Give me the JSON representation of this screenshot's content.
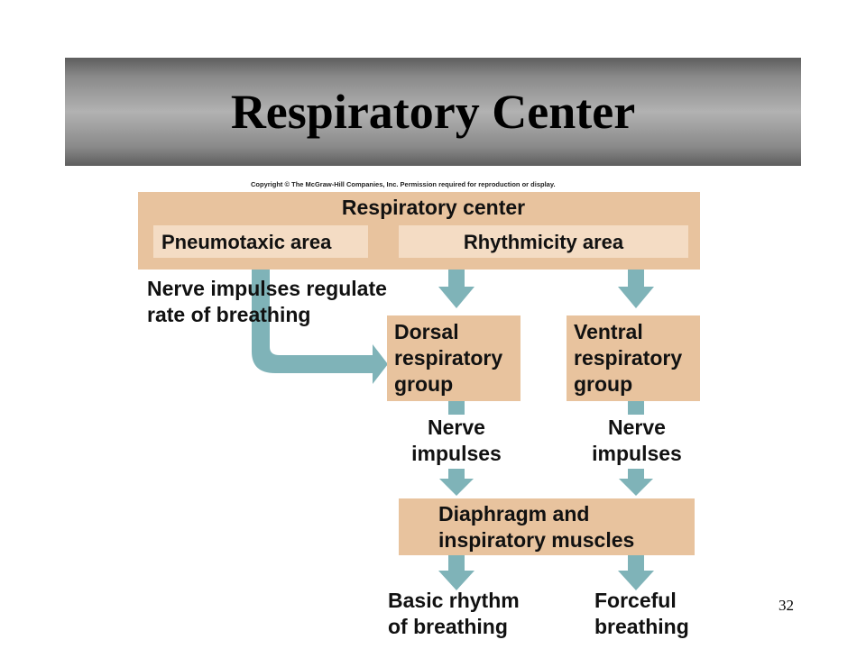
{
  "slide": {
    "title": "Respiratory Center",
    "copyright": "Copyright © The McGraw-Hill Companies, Inc. Permission required for reproduction or display.",
    "page_number": "32"
  },
  "diagram": {
    "respiratory_center": "Respiratory center",
    "pneumotaxic_area": "Pneumotaxic area",
    "rhythmicity_area": "Rhythmicity area",
    "regulate_text": [
      "Nerve impulses regulate",
      "rate of breathing"
    ],
    "dorsal_group": [
      "Dorsal",
      "respiratory",
      "group"
    ],
    "ventral_group": [
      "Ventral",
      "respiratory",
      "group"
    ],
    "nerve_impulses_left": [
      "Nerve",
      "impulses"
    ],
    "nerve_impulses_right": [
      "Nerve",
      "impulses"
    ],
    "diaphragm": [
      "Diaphragm and",
      "inspiratory muscles"
    ],
    "basic_rhythm": [
      "Basic rhythm",
      "of breathing"
    ],
    "forceful": [
      "Forceful",
      "breathing"
    ]
  },
  "colors": {
    "box_fill": "#e8c39e",
    "inner_fill": "#f4dcc4",
    "arrow": "#7fb3b8",
    "title_gradient_dark": "#5e5e5e",
    "title_gradient_light": "#b2b2b2"
  }
}
